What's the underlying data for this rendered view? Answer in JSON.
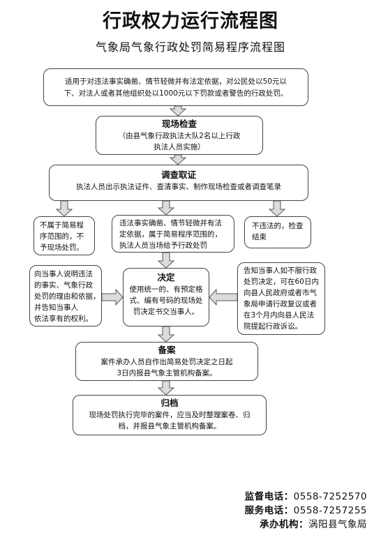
{
  "title": "行政权力运行流程图",
  "subtitle": "气象局气象行政处罚简易程序流程图",
  "boxes": {
    "scope": {
      "text": "适用于对违法事实确凿、情节轻微并有法定依据，对公民处以50元以\n下、对法人或者其他组织处以1000元以下罚款或者警告的行政处罚。"
    },
    "inspection": {
      "head": "现场检查",
      "text": "（由县气象行政执法大队2名以上行政\n执法人员实施）"
    },
    "investigation": {
      "head": "调查取证",
      "text": "执法人员出示执法证件、查清事实、制作现场检查或者调查笔录"
    },
    "not_simple": {
      "text": "不属于简易程\n序范围的，不\n予现场处罚。"
    },
    "simple": {
      "text": "违法事实确凿、情节轻微并有法\n定依据，属于简易程序范围的，\n执法人员当场给予行政处罚"
    },
    "not_illegal": {
      "text": "不违法的，检查\n结束"
    },
    "explain": {
      "text": "向当事人说明违法\n的事实、气象行政\n处罚的理由和依据，\n并告知当事人\n依法享有的权利。"
    },
    "decision": {
      "head": "决定",
      "text": "使用统一的、有预定格\n式、编有号码的现场处\n罚决定书交当事人。"
    },
    "appeal": {
      "text": "告知当事人如不服行政\n处罚决定，可在60日内\n向县人民政府或者市气\n象局申请行政复议或者\n在3个月内向县人民法\n院提起行政诉讼。"
    },
    "record": {
      "head": "备案",
      "text": "案件承办人员自作出简易处罚决定之日起\n3日内报县气象主管机构备案。"
    },
    "archive": {
      "head": "归档",
      "text": "现场处罚执行完毕的案件，应当及时整理案卷、归\n档，并报县气象主管机构备案。"
    }
  },
  "footer": {
    "supervise_label": "监督电话：",
    "supervise_value": "0558-7252570",
    "service_label": "服务电话：",
    "service_value": "0558-7257255",
    "agency_label": "承办机构：",
    "agency_value": "涡阳县气象局"
  },
  "colors": {
    "arrow_fill": "#dcdcdc",
    "arrow_stroke": "#555555",
    "border": "#444444"
  }
}
